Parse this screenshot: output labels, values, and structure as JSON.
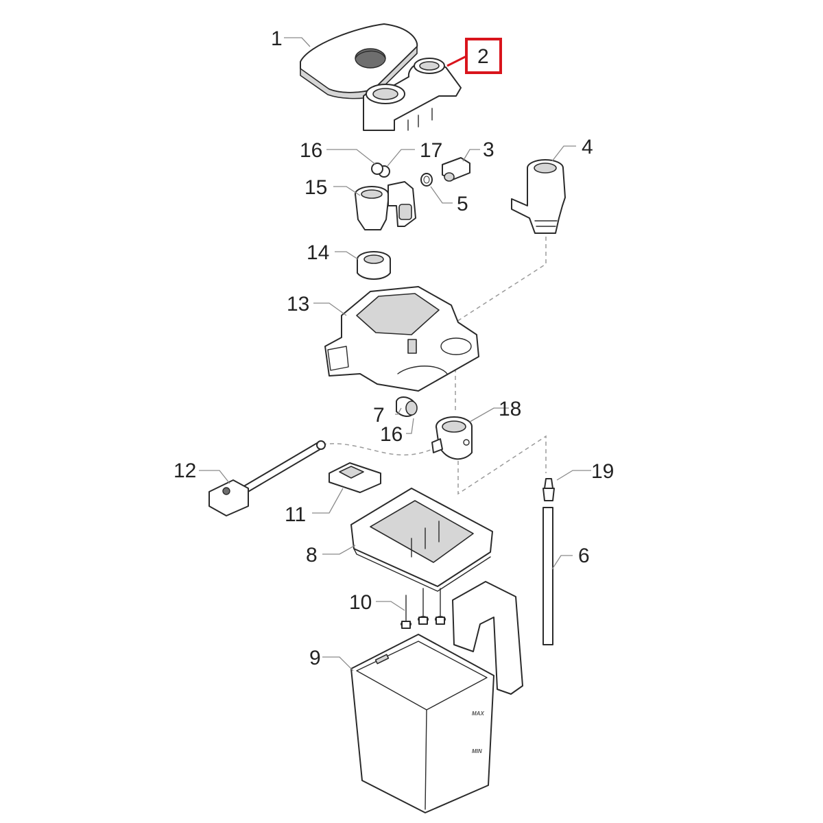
{
  "labels": {
    "l1": "1",
    "l2": "2",
    "l3": "3",
    "l4": "4",
    "l5": "5",
    "l6": "6",
    "l7": "7",
    "l8": "8",
    "l9": "9",
    "l10": "10",
    "l11": "11",
    "l12": "12",
    "l13": "13",
    "l14": "14",
    "l15": "15",
    "l16a": "16",
    "l16b": "16",
    "l17": "17",
    "l18": "18",
    "l19": "19"
  },
  "jug_marks": {
    "max": "MAX",
    "min": "MIN"
  },
  "colors": {
    "highlight": "#d9141c",
    "line": "#2a2a2a",
    "leader": "#8a8a8a",
    "dashed": "#9a9a9a"
  }
}
